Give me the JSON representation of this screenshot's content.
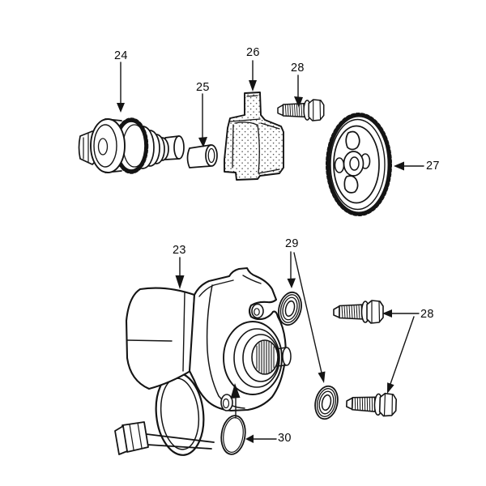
{
  "colors": {
    "background": "#ffffff",
    "line": "#141414",
    "text": "#0a0a0a"
  },
  "callouts": {
    "c23": "23",
    "c24": "24",
    "c25": "25",
    "c26": "26",
    "c27": "27",
    "c28_top": "28",
    "c28_bottom": "28",
    "c29": "29",
    "c30": "30"
  }
}
